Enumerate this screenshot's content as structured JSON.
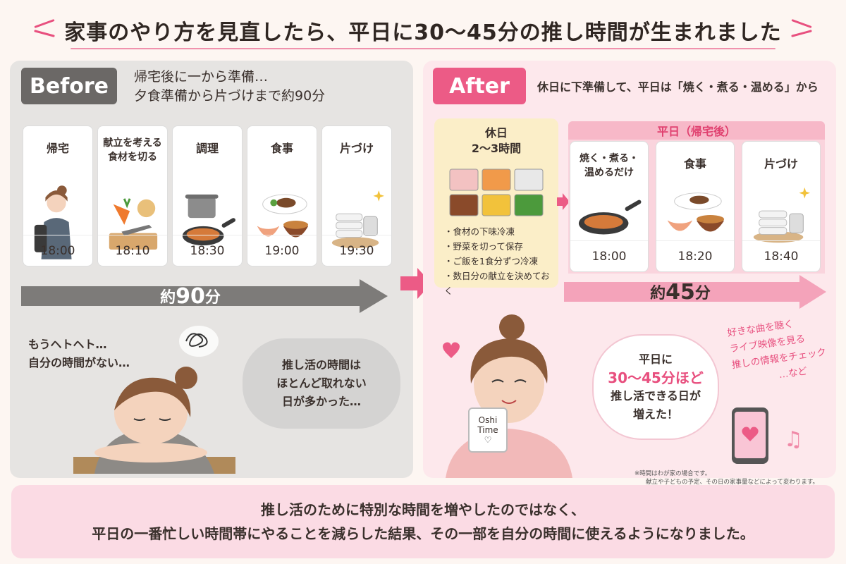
{
  "title": "家事のやり方を見直したら、平日に30〜45分の推し時間が生まれました",
  "before": {
    "badge": "Before",
    "desc_line1": "帰宅後に一から準備…",
    "desc_line2": "夕食準備から片づけまで約90分",
    "steps": [
      {
        "label": "帰宅",
        "time": "18:00",
        "icon": "tired-woman-icon"
      },
      {
        "label": "献立を考える\n食材を切る",
        "time": "18:10",
        "icon": "vegetables-cutting-icon"
      },
      {
        "label": "調理",
        "time": "18:30",
        "icon": "cooking-pot-pan-icon"
      },
      {
        "label": "食事",
        "time": "19:00",
        "icon": "meal-icon"
      },
      {
        "label": "片づけ",
        "time": "19:30",
        "icon": "clean-dishes-icon"
      }
    ],
    "total_prefix": "約",
    "total_value": "90",
    "total_unit": "分",
    "speech_line1": "もうヘトヘト…",
    "speech_line2": "自分の時間がない…",
    "thought_line1": "推し活の時間は",
    "thought_line2": "ほとんど取れない",
    "thought_line3": "日が多かった…"
  },
  "after": {
    "badge": "After",
    "desc": "休日に下準備して、平日は「焼く・煮る・温める」から",
    "prep_title_line1": "休日",
    "prep_title_line2": "2〜3時間",
    "prep_items": [
      "食材の下味冷凍",
      "野菜を切って保存",
      "ご飯を1食分ずつ冷凍",
      "数日分の献立を決めておく"
    ],
    "weekday_head": "平日（帰宅後）",
    "steps": [
      {
        "label": "焼く・煮る・\n温めるだけ",
        "time": "18:00",
        "icon": "frying-pan-icon"
      },
      {
        "label": "食事",
        "time": "18:20",
        "icon": "meal-icon"
      },
      {
        "label": "片づけ",
        "time": "18:40",
        "icon": "clean-dishes-icon"
      }
    ],
    "total_prefix": "約",
    "total_value": "45",
    "total_unit": "分",
    "cloud_line1": "平日に",
    "cloud_line2": "30〜45分ほど",
    "cloud_line3": "推し活できる日が",
    "cloud_line4": "増えた！",
    "likes": [
      "好きな曲を聴く",
      "ライブ映像を見る",
      "推しの情報をチェック",
      "…など"
    ],
    "mug_line1": "Oshi",
    "mug_line2": "Time",
    "note_line1": "※時間はわが家の場合です。",
    "note_line2": "献立や子どもの予定、その日の家事量などによって変わります。"
  },
  "bottom": {
    "line1": "推し活のために特別な時間を増やしたのではなく、",
    "line2": "平日の一番忙しい時間帯にやることを減らした結果、その一部を自分の時間に使えるようになりました。"
  },
  "colors": {
    "accent": "#e8507f",
    "gray_badge": "#6b6866",
    "pink_badge": "#ec5b86"
  }
}
